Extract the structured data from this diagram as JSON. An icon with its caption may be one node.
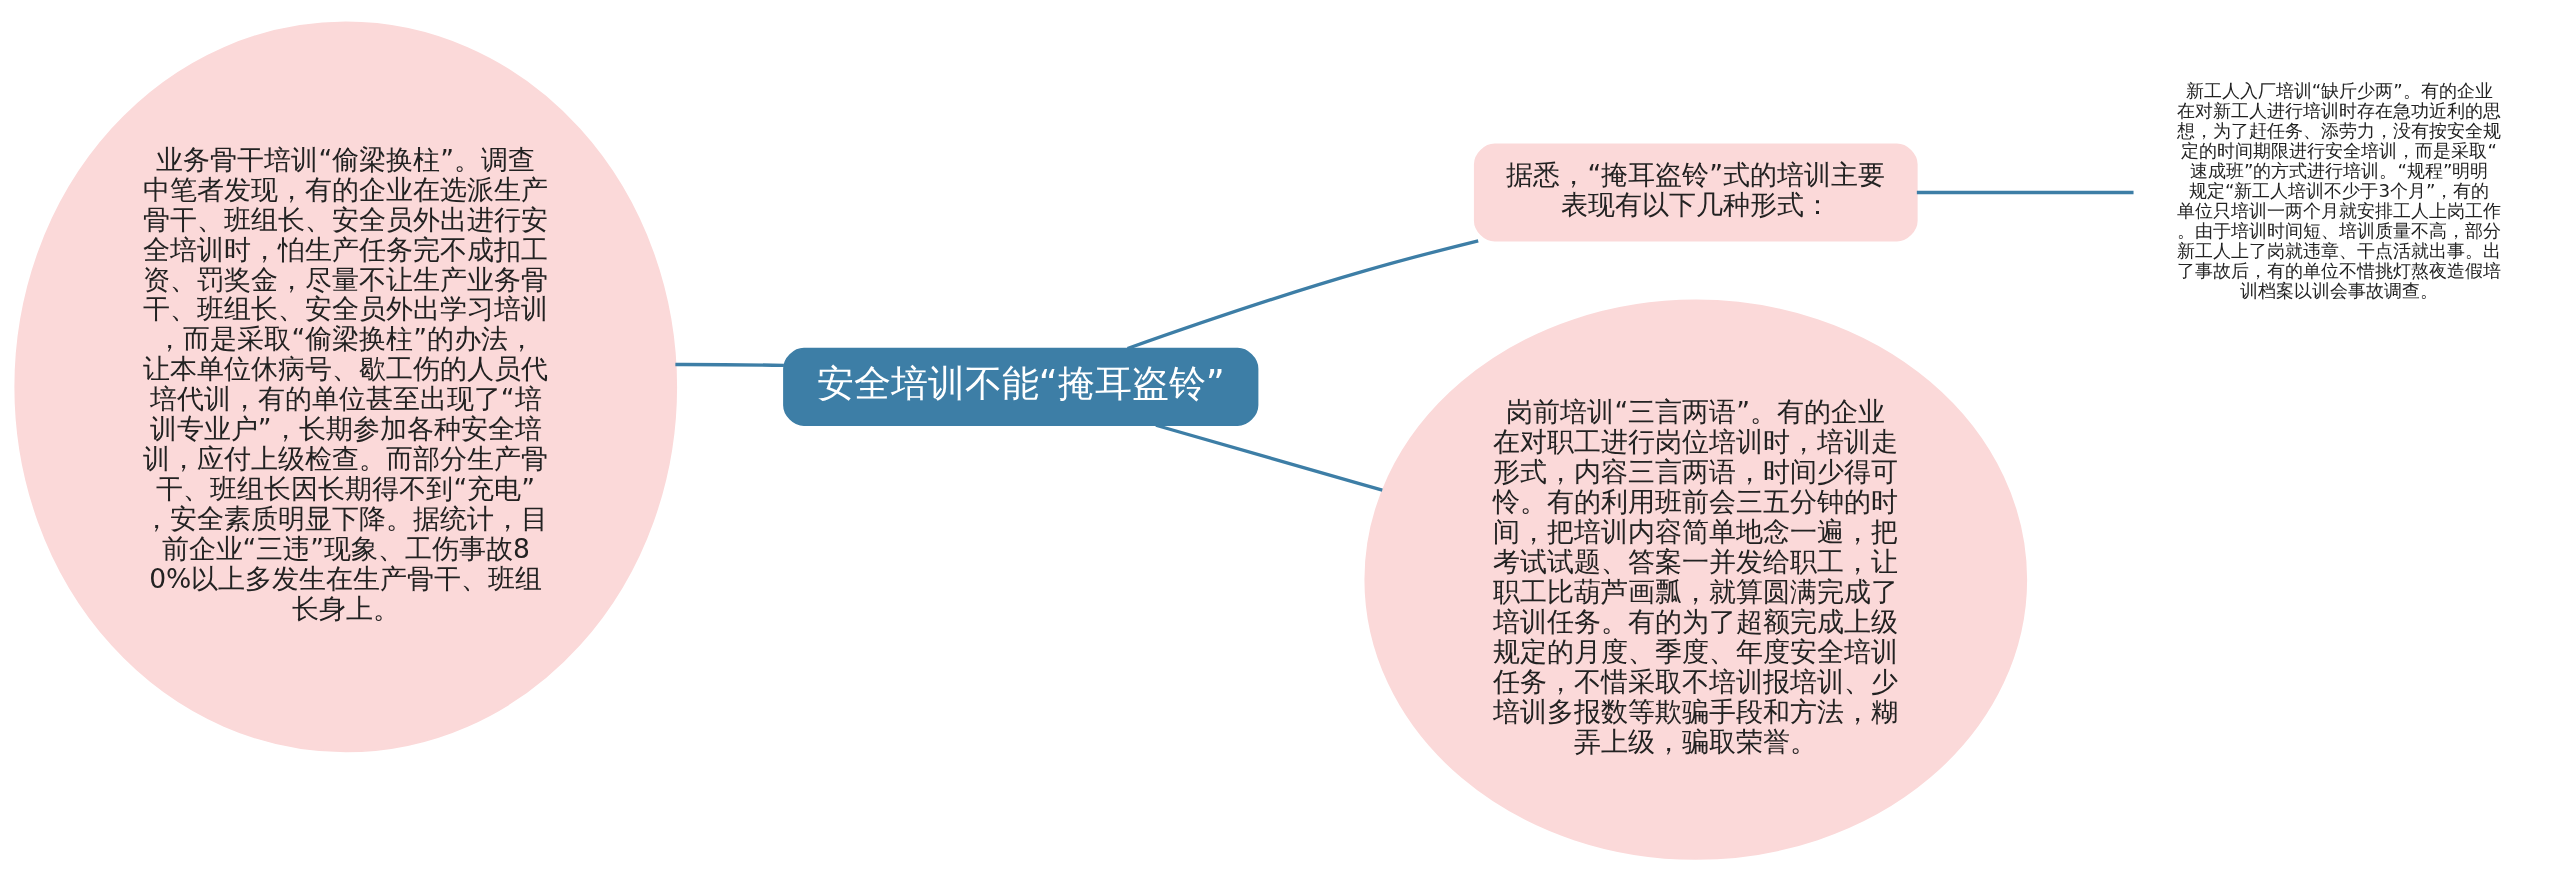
{
  "diagram": {
    "nodes": [
      {
        "text": [
          "安全培训不能“掩耳盗铃”"
        ]
      },
      {
        "text": [
          "业务骨干培训“偷梁换柱”。调查中笔者发现，有的企业在选派生产骨干、班组长、安全员外出进行安全培训时，怕生产任务完不成扣工资、罚奖金，尽量不让生产业务骨干、班组长、安全员外出学习培训，而是采取“偷梁换柱”的办法，让本单位休病号、歇工伤的人员代培代训，有的单位甚至出现了“培训专业户”，长期参加各种安全培训，应付上级检查。而部分生产骨干、班组长因长期得不到“充电”，安全素质明显下降。据统计，目前企业“三违”现象、工伤事故80%以上多发生在生产骨干、班组长身上。"
        ]
      },
      {
        "text": [
          "据悉，“掩耳盗铃”式的培训主要表现有以下几种形式："
        ]
      },
      {
        "text": [
          "新工人入厂培训“缺斤少两”。有的企业在对新工人进行培训时存在急功近利的思想，为了赶任务、添劳力，没有按安全规定的时间期限进行安全培训，而是采取“速成班”的方式进行培训。“规程”明明规定“新工人培训不少于3个月”，有的单位只培训一两个月就安排工人上岗工作。由于培训时间短、培训质量不高，部分新工人上了岗就违章、干点活就出事。出了事故后，有的单位不惜挑灯熬夜造假培训档案以训会事故调查。"
        ]
      },
      {
        "text": [
          "岗前培训“三言两语”。有的企业在对职工进行岗位培训时，培训走形式，内容三言两语，时间少得可怜。有的利用班前会三五分钟的时间，把培训内容简单地念一遍，把考试试题、答案一并发给职工，让职工比葫芦画瓢，就算圆满完成了培训任务。有的为了超额完成上级规定的月度、季度、年度安全培训任务，不惜采取不培训报培训、少培训多报数等欺骗手段和方法，糊弄上级，骗取荣誉。"
        ]
      }
    ],
    "edges": [
      {
        "from": 0,
        "to": 1,
        "arrow": "none"
      },
      {
        "from": 0,
        "to": 2,
        "arrow": "none"
      },
      {
        "from": 2,
        "to": 3,
        "arrow": "none"
      },
      {
        "from": 0,
        "to": 4,
        "arrow": "none"
      }
    ]
  }
}
